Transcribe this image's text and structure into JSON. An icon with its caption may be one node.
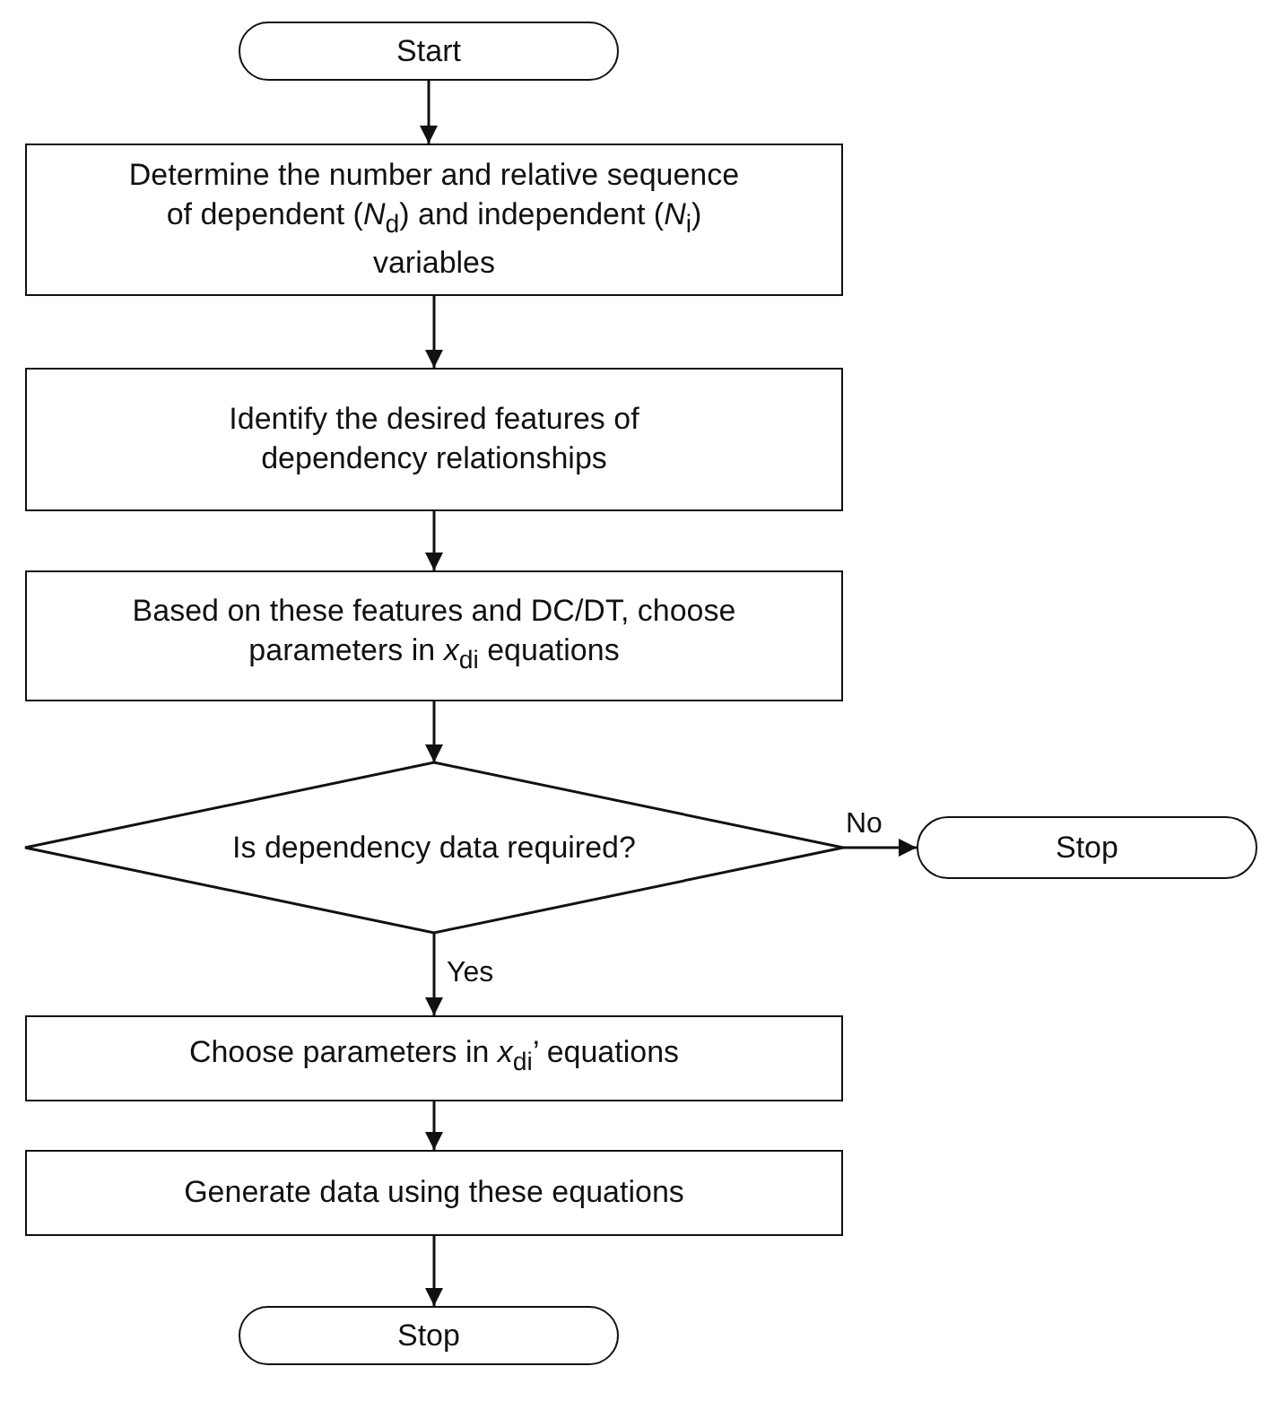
{
  "diagram": {
    "nodes": [
      {
        "text": [
          "Start"
        ]
      },
      {
        "text": [
          "Determine the number and relative sequence of dependent (*N*$_{d}$) and independent (*N*$_{i}$) variables"
        ]
      },
      {
        "text": [
          "Identify the desired features of dependency relationships"
        ]
      },
      {
        "text": [
          "Based on these features and DC/DT, choose parameters in *x*$_{di}$ equations"
        ]
      },
      {
        "text": [
          "Is dependency data required?"
        ]
      },
      {
        "text": [
          "Stop"
        ]
      },
      {
        "text": [
          "Choose parameters in *x*$_{di}$’ equations"
        ]
      },
      {
        "text": [
          "Generate data using these equations"
        ]
      },
      {
        "text": [
          "Stop"
        ]
      }
    ],
    "edges": [
      {
        "from": 0,
        "to": 1,
        "arrow": "to"
      },
      {
        "from": 1,
        "to": 2,
        "arrow": "to"
      },
      {
        "from": 2,
        "to": 3,
        "arrow": "to"
      },
      {
        "from": 3,
        "to": 4,
        "arrow": "to"
      },
      {
        "from": 4,
        "to": 5,
        "arrow": "to",
        "label": "No"
      },
      {
        "from": 4,
        "to": 6,
        "arrow": "to",
        "label": "Yes"
      },
      {
        "from": 6,
        "to": 7,
        "arrow": "to"
      },
      {
        "from": 7,
        "to": 8,
        "arrow": "to"
      }
    ]
  }
}
